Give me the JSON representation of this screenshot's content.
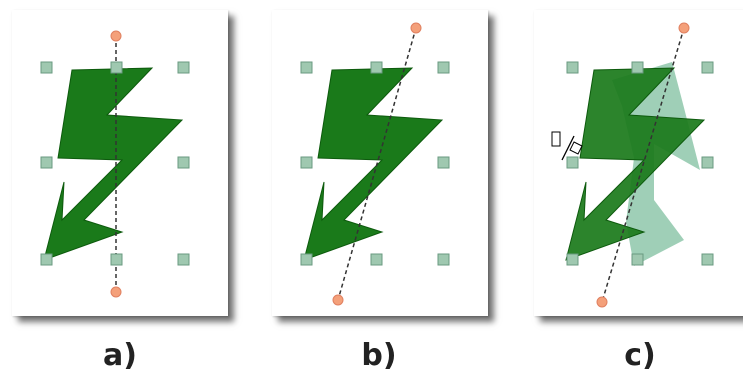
{
  "captions": {
    "a": "a)",
    "b": "b)",
    "c": "c)"
  },
  "colors": {
    "arrow_fill": "#1a7a1a",
    "arrow_ghost": "#7fbf9f",
    "handle_fill": "#9fc8b0",
    "handle_stroke": "#6a9a80",
    "rotation_handle": "#f4a07a",
    "axis_line": "#333333"
  },
  "icons": {
    "shape": "lightning-arrow-icon",
    "resize_handle": "resize-handle-icon",
    "rotation_handle": "rotation-handle-icon",
    "cursor": "rotate-cursor-icon"
  }
}
